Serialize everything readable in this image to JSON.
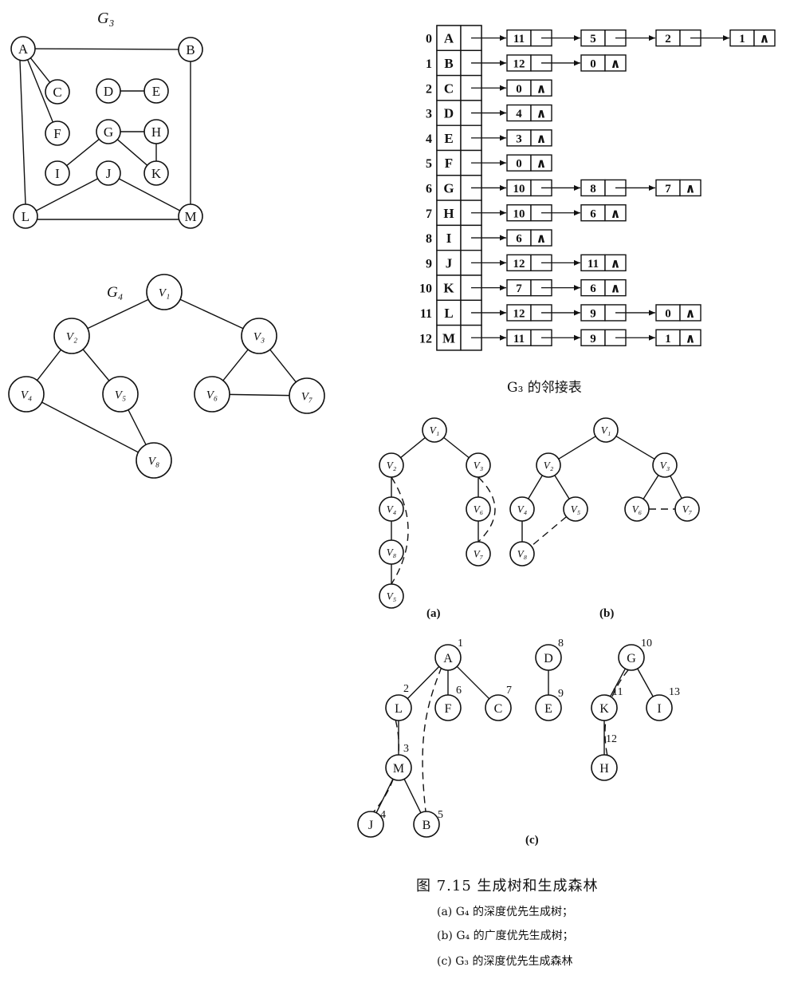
{
  "labels": {
    "g3_title": "G₃",
    "g4_title": "G₄",
    "sub_a": "(a)",
    "sub_b": "(b)",
    "sub_c": "(c)",
    "table_caption": "G₃ 的邻接表",
    "figure_caption": "图 7.15   生成树和生成森林",
    "caption_a": "(a) G₄ 的深度优先生成树；",
    "caption_b": "(b) G₄ 的广度优先生成树；",
    "caption_c": "(c) G₃ 的深度优先生成森林"
  },
  "graph_g3": {
    "nodes": [
      {
        "id": "A",
        "label": "A"
      },
      {
        "id": "B",
        "label": "B"
      },
      {
        "id": "C",
        "label": "C"
      },
      {
        "id": "D",
        "label": "D"
      },
      {
        "id": "E",
        "label": "E"
      },
      {
        "id": "F",
        "label": "F"
      },
      {
        "id": "G",
        "label": "G"
      },
      {
        "id": "H",
        "label": "H"
      },
      {
        "id": "I",
        "label": "I"
      },
      {
        "id": "J",
        "label": "J"
      },
      {
        "id": "K",
        "label": "K"
      },
      {
        "id": "L",
        "label": "L"
      },
      {
        "id": "M",
        "label": "M"
      }
    ],
    "edges": [
      [
        "A",
        "B"
      ],
      [
        "A",
        "C"
      ],
      [
        "A",
        "F"
      ],
      [
        "A",
        "L"
      ],
      [
        "B",
        "M"
      ],
      [
        "D",
        "E"
      ],
      [
        "G",
        "H"
      ],
      [
        "G",
        "I"
      ],
      [
        "G",
        "K"
      ],
      [
        "H",
        "K"
      ],
      [
        "J",
        "L"
      ],
      [
        "J",
        "M"
      ],
      [
        "L",
        "M"
      ]
    ]
  },
  "graph_g4": {
    "nodes": [
      {
        "id": "V1",
        "label": "V₁"
      },
      {
        "id": "V2",
        "label": "V₂"
      },
      {
        "id": "V3",
        "label": "V₃"
      },
      {
        "id": "V4",
        "label": "V₄"
      },
      {
        "id": "V5",
        "label": "V₅"
      },
      {
        "id": "V6",
        "label": "V₆"
      },
      {
        "id": "V7",
        "label": "V₇"
      },
      {
        "id": "V8",
        "label": "V₈"
      }
    ],
    "edges": [
      [
        "V1",
        "V2"
      ],
      [
        "V1",
        "V3"
      ],
      [
        "V2",
        "V4"
      ],
      [
        "V2",
        "V5"
      ],
      [
        "V4",
        "V8"
      ],
      [
        "V5",
        "V8"
      ],
      [
        "V3",
        "V6"
      ],
      [
        "V3",
        "V7"
      ],
      [
        "V6",
        "V7"
      ]
    ]
  },
  "adjacency_list": {
    "rows": [
      {
        "index": "0",
        "vertex": "A",
        "adj": [
          "11",
          "5",
          "2",
          "1"
        ]
      },
      {
        "index": "1",
        "vertex": "B",
        "adj": [
          "12",
          "0"
        ]
      },
      {
        "index": "2",
        "vertex": "C",
        "adj": [
          "0"
        ]
      },
      {
        "index": "3",
        "vertex": "D",
        "adj": [
          "4"
        ]
      },
      {
        "index": "4",
        "vertex": "E",
        "adj": [
          "3"
        ]
      },
      {
        "index": "5",
        "vertex": "F",
        "adj": [
          "0"
        ]
      },
      {
        "index": "6",
        "vertex": "G",
        "adj": [
          "10",
          "8",
          "7"
        ]
      },
      {
        "index": "7",
        "vertex": "H",
        "adj": [
          "10",
          "6"
        ]
      },
      {
        "index": "8",
        "vertex": "I",
        "adj": [
          "6"
        ]
      },
      {
        "index": "9",
        "vertex": "J",
        "adj": [
          "12",
          "11"
        ]
      },
      {
        "index": "10",
        "vertex": "K",
        "adj": [
          "7",
          "6"
        ]
      },
      {
        "index": "11",
        "vertex": "L",
        "adj": [
          "12",
          "9",
          "0"
        ]
      },
      {
        "index": "12",
        "vertex": "M",
        "adj": [
          "11",
          "9",
          "1"
        ]
      }
    ],
    "null_symbol": "∧"
  },
  "tree_a": {
    "nodes": [
      {
        "id": "V1",
        "label": "V₁"
      },
      {
        "id": "V2",
        "label": "V₂"
      },
      {
        "id": "V4",
        "label": "V₄"
      },
      {
        "id": "V8",
        "label": "V₈"
      },
      {
        "id": "V5",
        "label": "V₅"
      },
      {
        "id": "V3",
        "label": "V₃"
      },
      {
        "id": "V6",
        "label": "V₆"
      },
      {
        "id": "V7",
        "label": "V₇"
      }
    ],
    "edges": [
      [
        "V1",
        "V2"
      ],
      [
        "V1",
        "V3"
      ],
      [
        "V2",
        "V4"
      ],
      [
        "V4",
        "V8"
      ],
      [
        "V8",
        "V5"
      ],
      [
        "V3",
        "V6"
      ],
      [
        "V6",
        "V7"
      ]
    ],
    "back_edges": [
      [
        "V2",
        "V5"
      ],
      [
        "V3",
        "V7"
      ]
    ]
  },
  "tree_b": {
    "nodes": [
      {
        "id": "V1",
        "label": "V₁"
      },
      {
        "id": "V2",
        "label": "V₂"
      },
      {
        "id": "V3",
        "label": "V₃"
      },
      {
        "id": "V4",
        "label": "V₄"
      },
      {
        "id": "V5",
        "label": "V₅"
      },
      {
        "id": "V8",
        "label": "V₈"
      },
      {
        "id": "V6",
        "label": "V₆"
      },
      {
        "id": "V7",
        "label": "V₇"
      }
    ],
    "edges": [
      [
        "V1",
        "V2"
      ],
      [
        "V1",
        "V3"
      ],
      [
        "V2",
        "V4"
      ],
      [
        "V2",
        "V5"
      ],
      [
        "V4",
        "V8"
      ],
      [
        "V3",
        "V6"
      ],
      [
        "V3",
        "V7"
      ]
    ],
    "back_edges": [
      [
        "V5",
        "V8"
      ],
      [
        "V6",
        "V7"
      ]
    ]
  },
  "forest_c": {
    "nodes": [
      {
        "id": "A",
        "label": "A",
        "order": "1"
      },
      {
        "id": "L",
        "label": "L",
        "order": "2"
      },
      {
        "id": "M",
        "label": "M",
        "order": "3"
      },
      {
        "id": "J",
        "label": "J",
        "order": "4"
      },
      {
        "id": "B",
        "label": "B",
        "order": "5"
      },
      {
        "id": "F",
        "label": "F",
        "order": "6"
      },
      {
        "id": "C",
        "label": "C",
        "order": "7"
      },
      {
        "id": "D",
        "label": "D",
        "order": "8"
      },
      {
        "id": "E",
        "label": "E",
        "order": "9"
      },
      {
        "id": "G",
        "label": "G",
        "order": "10"
      },
      {
        "id": "K",
        "label": "K",
        "order": "11"
      },
      {
        "id": "H",
        "label": "H",
        "order": "12"
      },
      {
        "id": "I",
        "label": "I",
        "order": "13"
      }
    ],
    "edges": [
      [
        "A",
        "L"
      ],
      [
        "L",
        "M"
      ],
      [
        "M",
        "J"
      ],
      [
        "M",
        "B"
      ],
      [
        "A",
        "F"
      ],
      [
        "A",
        "C"
      ],
      [
        "D",
        "E"
      ],
      [
        "G",
        "K"
      ],
      [
        "K",
        "H"
      ],
      [
        "G",
        "I"
      ]
    ],
    "back_edges": [
      [
        "L",
        "J"
      ],
      [
        "A",
        "B"
      ],
      [
        "G",
        "H"
      ]
    ]
  }
}
